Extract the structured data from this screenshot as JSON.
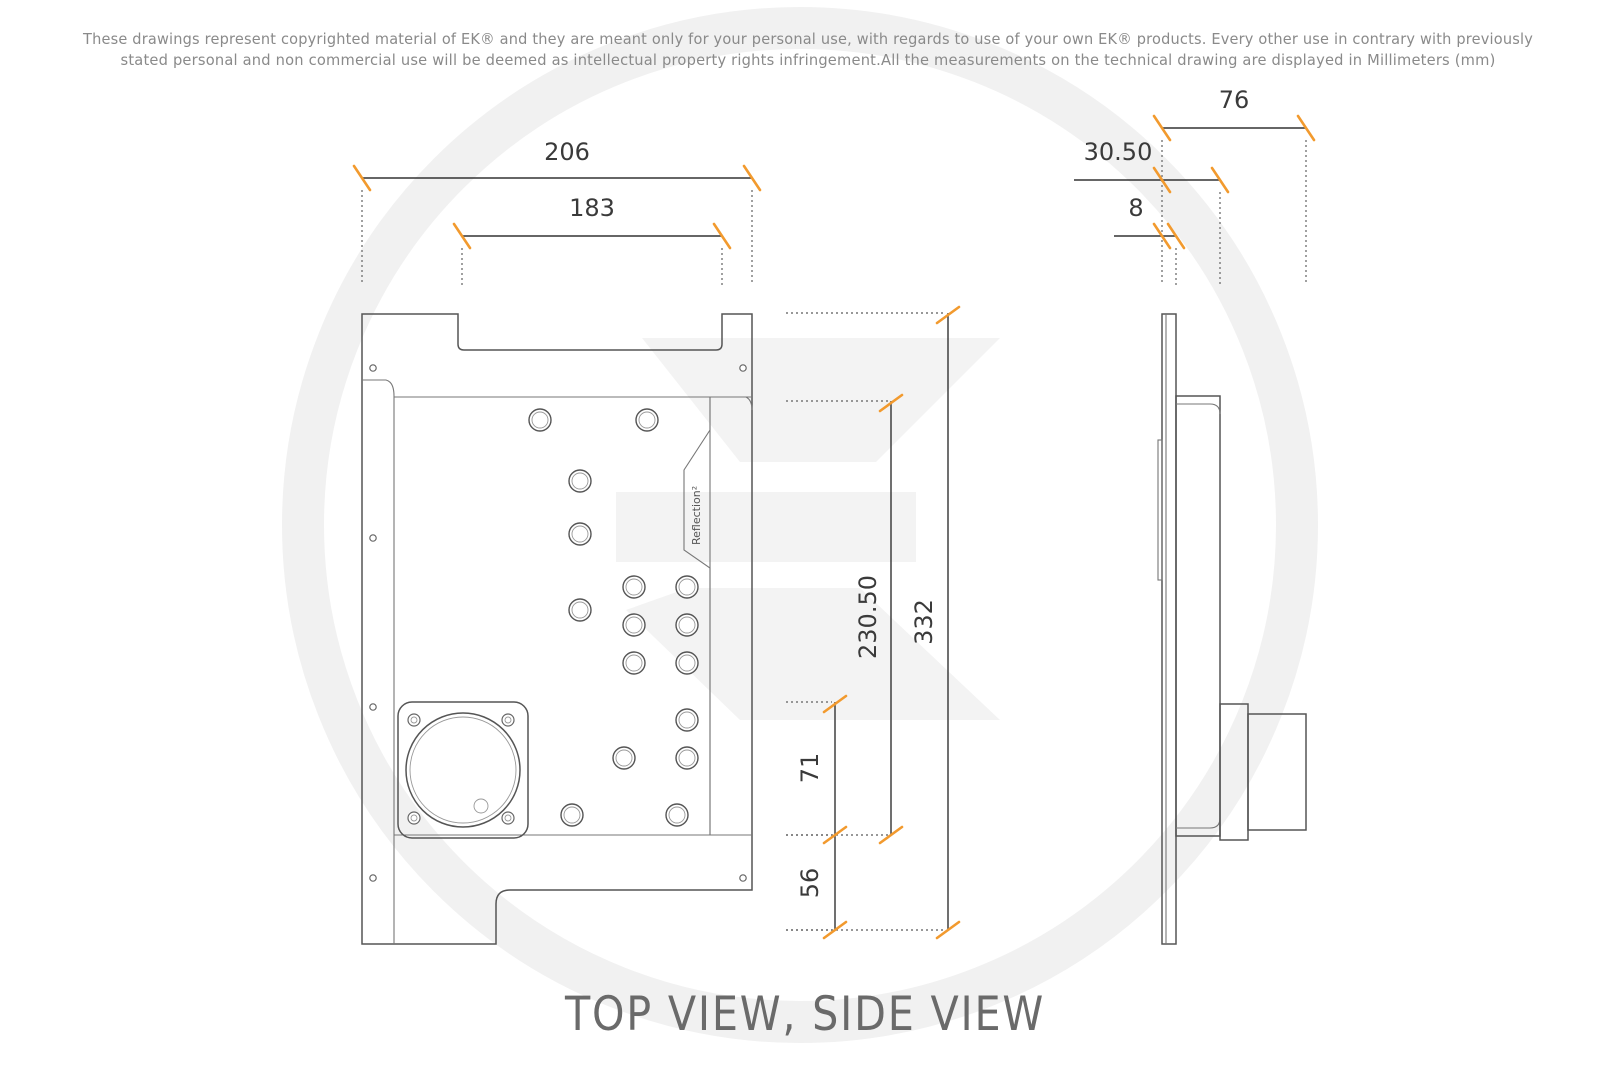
{
  "disclaimer": {
    "line1": "These drawings represent copyrighted material of EK® and they are meant only for your personal use, with regards to use of  your own EK® products. Every other use in contrary with previously",
    "line2": "stated personal and non commercial use will be deemed as intellectual property rights infringement.All the measurements on the technical drawing are displayed in Millimeters (mm)"
  },
  "dimensions": {
    "top_width_outer": "206",
    "top_width_inner": "183",
    "height_total": "332",
    "height_block": "230.50",
    "port_spacing": "71",
    "port_offset_bottom": "56",
    "side_depth_total": "76",
    "side_depth_block": "30.50",
    "side_plate_thickness": "8"
  },
  "product_label": "Reflection²",
  "caption": "TOP VIEW, SIDE VIEW",
  "colors": {
    "dimension_tick": "#f29a2e",
    "watermark": "#efefef",
    "outline": "#555555"
  }
}
